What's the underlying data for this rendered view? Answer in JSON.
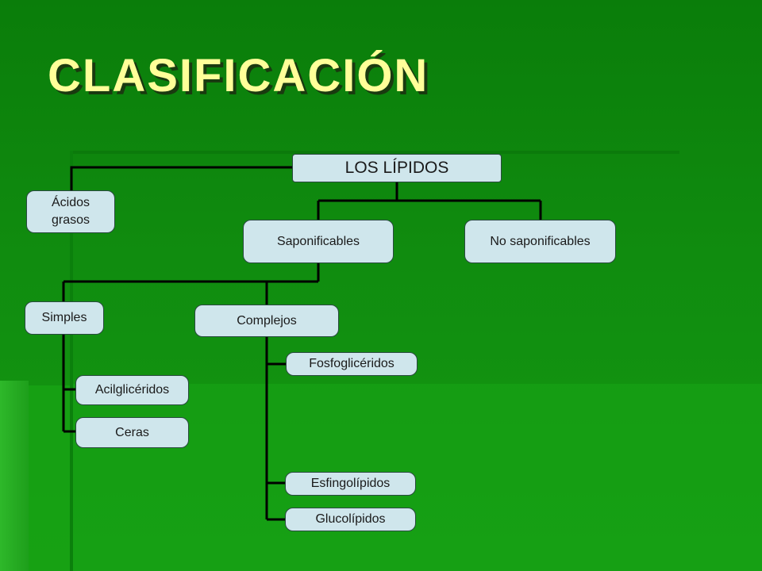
{
  "title": "CLASIFICACIÓN",
  "colors": {
    "title": "#ffff99",
    "node_fill": "#cfe6ec",
    "line": "#000000",
    "background": "#108c0f"
  },
  "nodes": {
    "root": "LOS LÍPIDOS",
    "acidos": "Ácidos\ngrasos",
    "saponificables": "Saponificables",
    "no_saponificables": "No saponificables",
    "simples": "Simples",
    "complejos": "Complejos",
    "fosfogliceridos": "Fosfoglicéridos",
    "acilgliceridos": "Acilglicéridos",
    "ceras": "Ceras",
    "esfingolipidos": "Esfingolípidos",
    "glucolipidos": "Glucolípidos"
  }
}
